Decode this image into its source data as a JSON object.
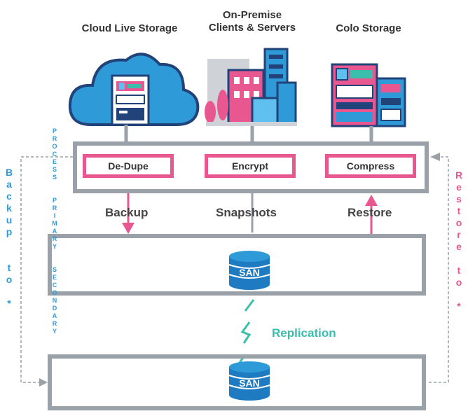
{
  "locations": {
    "cloud": "Cloud Live Storage",
    "onprem_line1": "On-Premise",
    "onprem_line2": "Clients & Servers",
    "colo": "Colo Storage"
  },
  "processes": [
    "De-Dupe",
    "Encrypt",
    "Compress"
  ],
  "flows": {
    "backup": "Backup",
    "snapshots": "Snapshots",
    "restore": "Restore"
  },
  "san": {
    "primary": "SAN",
    "secondary": "SAN"
  },
  "replication": "Replication",
  "side_labels": {
    "left": "B\na\nc\nk\nu\np\n\n\nt\no\n\n*",
    "middle": "P\nR\nO\nC\nE\nS\nS\n\n\nP\nR\nI\nM\nA\nR\nY\n\n\nS\nE\nC\nO\nN\nD\nA\nR\nY",
    "right": "R\ne\ns\nt\no\nr\ne\n\nt\no\n\n*"
  },
  "colors": {
    "pink": "#e8578f",
    "blue": "#1f7bc1",
    "teal": "#3bbfad",
    "gray": "#9aa1a8",
    "navy": "#21437a"
  }
}
